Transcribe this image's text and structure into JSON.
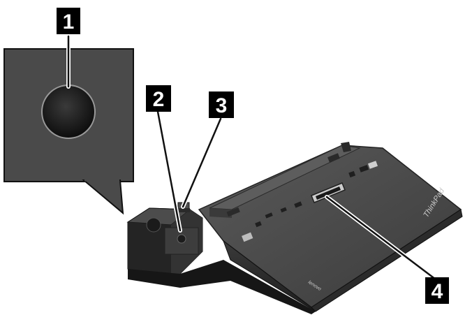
{
  "figure": {
    "callouts": [
      {
        "number": "1",
        "part": "eject-button-zoomed"
      },
      {
        "number": "2",
        "part": "eject-button"
      },
      {
        "number": "3",
        "part": "system-lock"
      },
      {
        "number": "4",
        "part": "docking-connector"
      }
    ],
    "brand_top": "ThinkPad",
    "brand_front": "lenovo",
    "colors": {
      "callout_bg": "#000000",
      "callout_text": "#ffffff",
      "dock_dark": "#2a2a2a",
      "dock_mid": "#444444",
      "zoom_panel": "#4a4a4a"
    }
  }
}
